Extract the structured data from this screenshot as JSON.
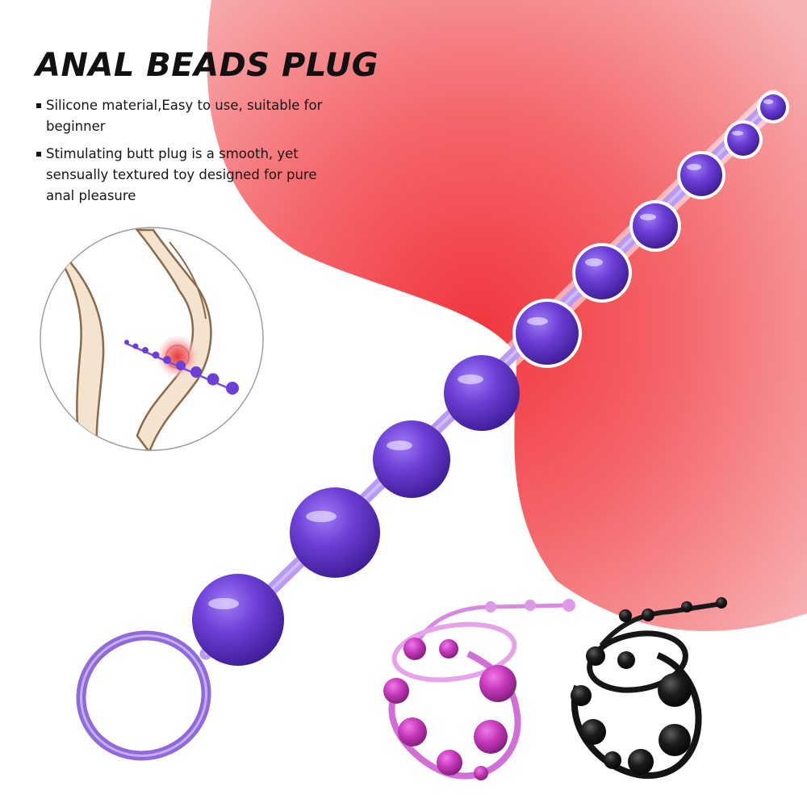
{
  "product": {
    "title": "ANAL BEADS PLUG",
    "features": [
      "Silicone material,Easy to use, suitable for beginner",
      "Stimulating butt plug is a smooth, yet sensually textured toy designed for pure anal pleasure"
    ]
  },
  "colors": {
    "accent_red": "#f2444a",
    "blush_pink": "#f6b3b6",
    "purple": "#6a3fd0",
    "magenta": "#c03ab8",
    "black": "#141414"
  },
  "icons": {
    "illustration": "usage-diagram-icon",
    "variants": [
      "magenta-beads-variant",
      "black-beads-variant"
    ]
  }
}
